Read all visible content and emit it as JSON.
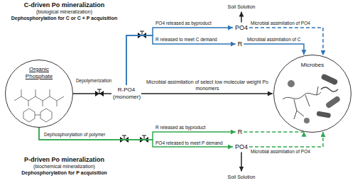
{
  "diagram": {
    "nodes": [
      {
        "text": [
          "Organic Phosphate"
        ]
      },
      {
        "text": [
          "R-PO4 (monomer)"
        ]
      },
      {
        "text": [
          "PO4"
        ]
      },
      {
        "text": [
          "R"
        ]
      },
      {
        "text": [
          "Microbes"
        ]
      },
      {
        "text": [
          "R"
        ]
      },
      {
        "text": [
          "PO4"
        ]
      },
      {
        "text": [
          "Soil Solution"
        ]
      },
      {
        "text": [
          "Soil Solution"
        ]
      }
    ],
    "edges": [
      {
        "from": 0,
        "to": 1,
        "arrow": "none",
        "label": "Depolymerization"
      },
      {
        "from": 1,
        "to": 2,
        "arrow": "to",
        "label": "PO4 released as byproduct"
      },
      {
        "from": 1,
        "to": 3,
        "arrow": "to",
        "label": "R released to meet C demand"
      },
      {
        "from": 2,
        "to": 7,
        "arrow": "to"
      },
      {
        "from": 2,
        "to": 4,
        "arrow": "to",
        "label": "Microbial assimilation of PO4"
      },
      {
        "from": 3,
        "to": 4,
        "arrow": "to",
        "label": "Microbial assimilation of C"
      },
      {
        "from": 1,
        "to": 4,
        "arrow": "to",
        "label": "Microbial assimilation of select low molecular weight Po monomers"
      },
      {
        "from": 0,
        "to": 5,
        "arrow": "to",
        "label": "R released as byproduct"
      },
      {
        "from": 0,
        "to": 6,
        "arrow": "to",
        "label": "PO4 released to meet P demand"
      },
      {
        "from": 5,
        "to": 4,
        "arrow": "to"
      },
      {
        "from": 6,
        "to": 4,
        "arrow": "to",
        "label": "Microbial assimilation of PO4"
      },
      {
        "from": 6,
        "to": 8,
        "arrow": "to"
      }
    ],
    "labels": [
      "C-driven Po mineralization",
      "(biological mineralization)",
      "Dephosphorylation for C or C + P acquisition",
      "P-driven Po mineralization",
      "(biochemical mineralization)",
      "Dephosphorylation for P acquisition",
      "Dephosphorylation of polymer"
    ]
  }
}
